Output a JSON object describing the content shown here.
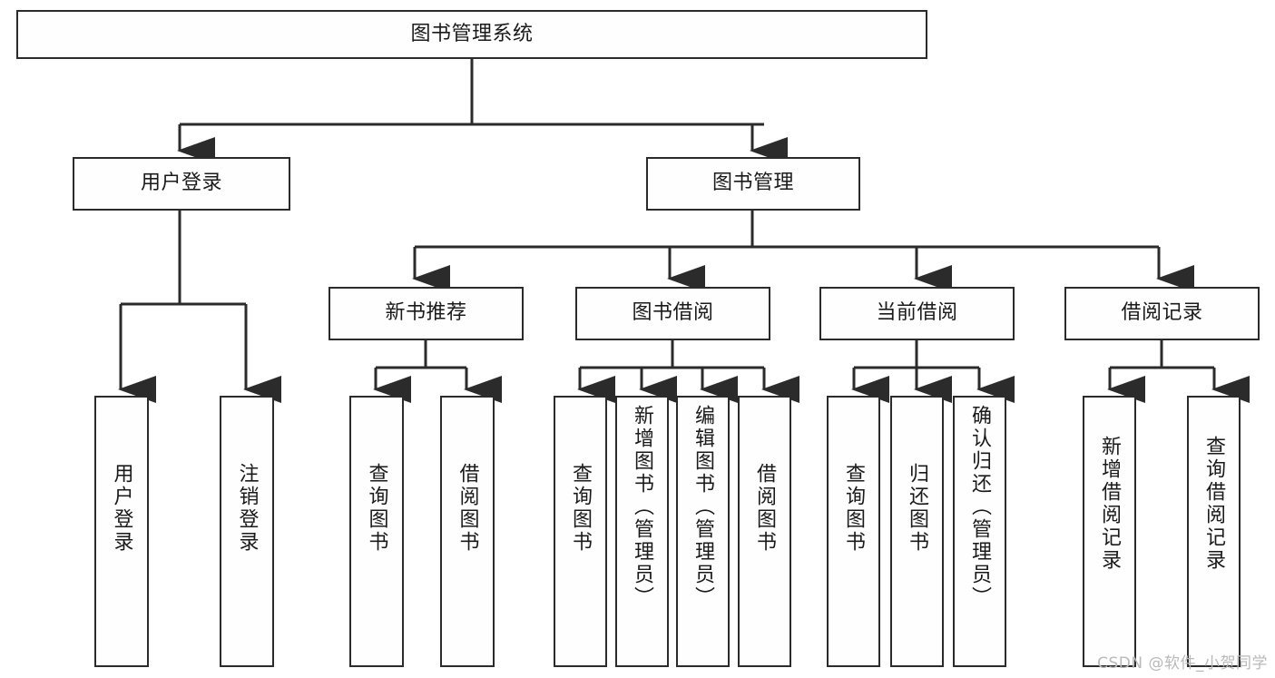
{
  "diagram": {
    "type": "tree-hierarchy-chart",
    "title": "图书管理系统",
    "orientation": "top-down",
    "colors": {
      "box_border": "#2b2b2b",
      "box_fill": "#fefefe",
      "connector": "#2b2b2b",
      "text": "#1a1a1a",
      "watermark": "#b9b9b9"
    },
    "root": {
      "label": "图书管理系统"
    },
    "level2": [
      {
        "id": "user-login",
        "label": "用户登录"
      },
      {
        "id": "book-management",
        "label": "图书管理"
      }
    ],
    "level3": [
      {
        "id": "new-book-recommend",
        "label": "新书推荐",
        "parent": "book-management"
      },
      {
        "id": "book-borrow",
        "label": "图书借阅",
        "parent": "book-management"
      },
      {
        "id": "current-borrow",
        "label": "当前借阅",
        "parent": "book-management"
      },
      {
        "id": "borrow-record",
        "label": "借阅记录",
        "parent": "book-management"
      }
    ],
    "leaves": [
      {
        "id": "leaf-user-login",
        "label": "用户登录",
        "parent": "user-login"
      },
      {
        "id": "leaf-logout",
        "label": "注销登录",
        "parent": "user-login"
      },
      {
        "id": "leaf-query-book-1",
        "label": "查询图书",
        "parent": "new-book-recommend"
      },
      {
        "id": "leaf-borrow-book-1",
        "label": "借阅图书",
        "parent": "new-book-recommend"
      },
      {
        "id": "leaf-query-book-2",
        "label": "查询图书",
        "parent": "book-borrow"
      },
      {
        "id": "leaf-add-book",
        "label": "新增图书（管理员）",
        "parent": "book-borrow"
      },
      {
        "id": "leaf-edit-book",
        "label": "编辑图书（管理员）",
        "parent": "book-borrow"
      },
      {
        "id": "leaf-borrow-book-2",
        "label": "借阅图书",
        "parent": "book-borrow"
      },
      {
        "id": "leaf-query-book-3",
        "label": "查询图书",
        "parent": "current-borrow"
      },
      {
        "id": "leaf-return-book",
        "label": "归还图书",
        "parent": "current-borrow"
      },
      {
        "id": "leaf-confirm-return",
        "label": "确认归还（管理员）",
        "parent": "current-borrow"
      },
      {
        "id": "leaf-add-record",
        "label": "新增借阅记录",
        "parent": "borrow-record"
      },
      {
        "id": "leaf-query-record",
        "label": "查询借阅记录",
        "parent": "borrow-record"
      }
    ]
  },
  "watermark": {
    "text": "CSDN @软件_小贺同学"
  }
}
